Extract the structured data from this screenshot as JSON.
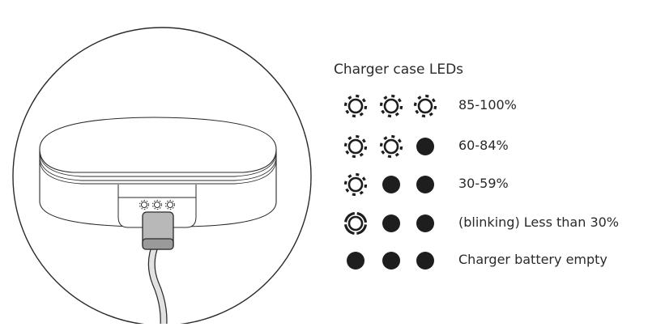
{
  "title": "Charger case LEDs",
  "colors": {
    "ink": "#1e1e1e",
    "outline": "#2a2a2a",
    "connector": "#b8b8b8",
    "connector_dark": "#9a9a9a",
    "cable": "#e2e2e2"
  },
  "illustration": {
    "case_leds": [
      "on",
      "on",
      "on"
    ]
  },
  "rows": [
    {
      "leds": [
        "on",
        "on",
        "on"
      ],
      "label": "85-100%"
    },
    {
      "leds": [
        "on",
        "on",
        "off"
      ],
      "label": "60-84%"
    },
    {
      "leds": [
        "on",
        "off",
        "off"
      ],
      "label": "30-59%"
    },
    {
      "leds": [
        "blinking",
        "off",
        "off"
      ],
      "label": "(blinking) Less than 30%"
    },
    {
      "leds": [
        "off",
        "off",
        "off"
      ],
      "label": "Charger battery empty"
    }
  ]
}
